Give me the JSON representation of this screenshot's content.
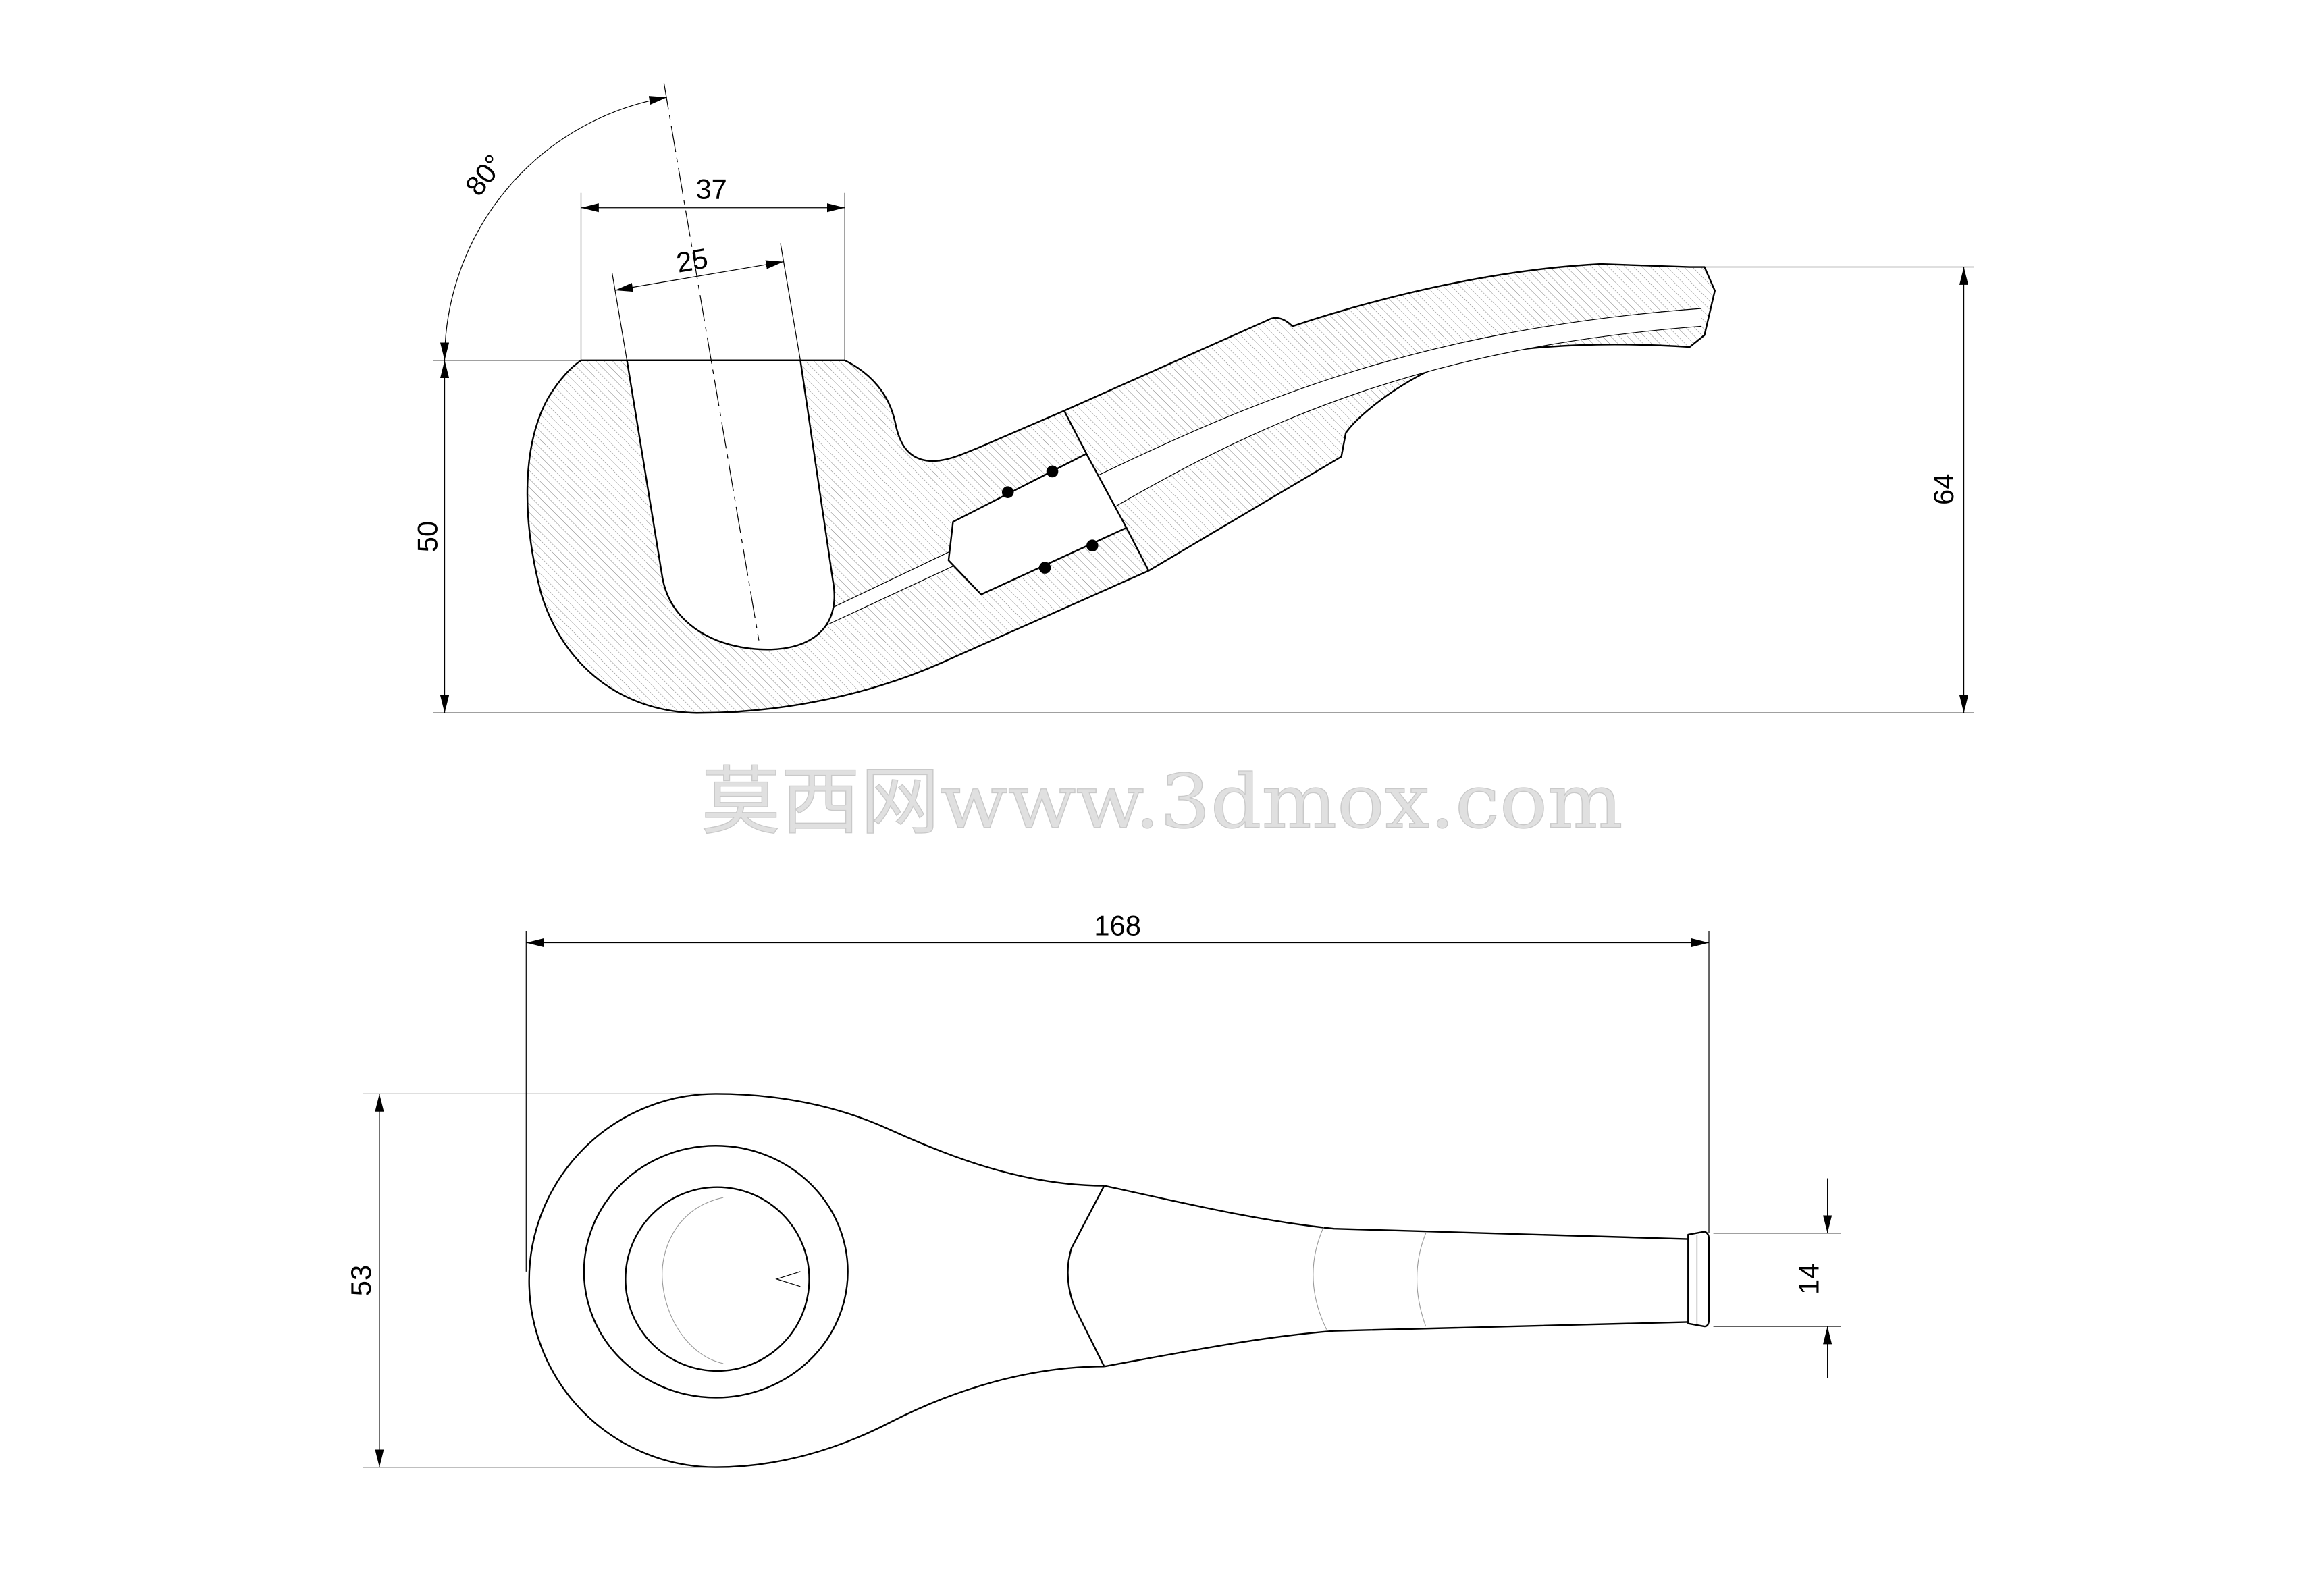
{
  "colors": {
    "line": "#000000",
    "hatch": "#5a5a5a",
    "watermark": "#e0e0e0"
  },
  "side_view": {
    "angle": "80°",
    "dim_37": "37",
    "dim_25": "25",
    "dim_50": "50",
    "dim_64": "64"
  },
  "top_view": {
    "dim_168": "168",
    "dim_53": "53",
    "dim_14": "14"
  },
  "watermark": "莫西网www.3dmox.com"
}
